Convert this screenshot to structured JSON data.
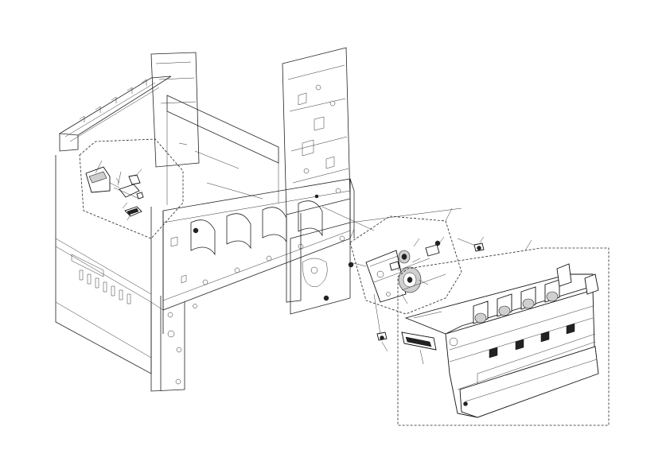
{
  "figure": {
    "callouts": [
      {
        "id": "frame-left-part-1"
      },
      {
        "id": "frame-left-part-2"
      },
      {
        "id": "frame-left-part-3"
      },
      {
        "id": "frame-left-part-4"
      },
      {
        "id": "frame-left-part-5"
      },
      {
        "id": "drive-assembly"
      },
      {
        "id": "drive-gear-1"
      },
      {
        "id": "drive-gear-2"
      },
      {
        "id": "drive-screw"
      },
      {
        "id": "drive-bracket"
      },
      {
        "id": "mount-screw-upper"
      },
      {
        "id": "mount-screw-lower"
      },
      {
        "id": "waste-toner-box"
      },
      {
        "id": "waste-toner-box-handle"
      }
    ]
  }
}
